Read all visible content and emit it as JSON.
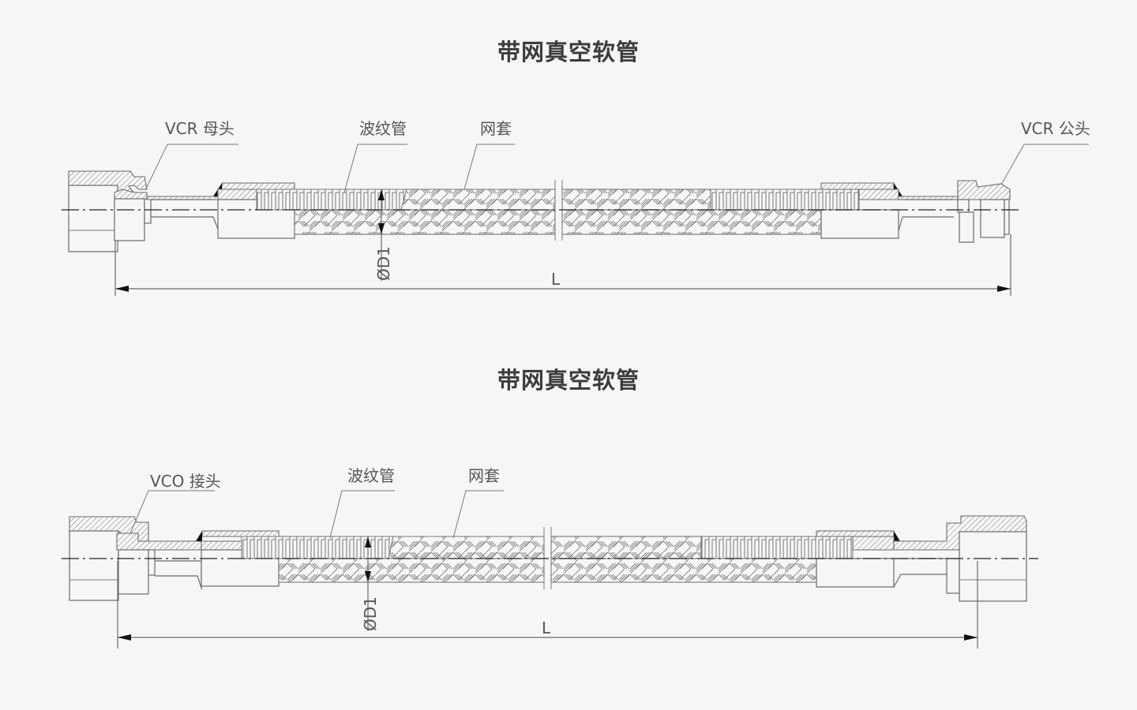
{
  "diagrams": [
    {
      "title": "带网真空软管",
      "labels": {
        "left_fitting": "VCR 母头",
        "bellows": "波纹管",
        "braid": "网套",
        "right_fitting": "VCR 公头"
      },
      "dimensions": {
        "diameter": "ØD1",
        "length": "L"
      }
    },
    {
      "title": "带网真空软管",
      "labels": {
        "left_fitting": "VCO 接头",
        "bellows": "波纹管",
        "braid": "网套"
      },
      "dimensions": {
        "diameter": "ØD1",
        "length": "L"
      }
    }
  ],
  "colors": {
    "background": "#f5f6f6",
    "line": "#6a6a6a",
    "title": "#3c3c3c"
  }
}
